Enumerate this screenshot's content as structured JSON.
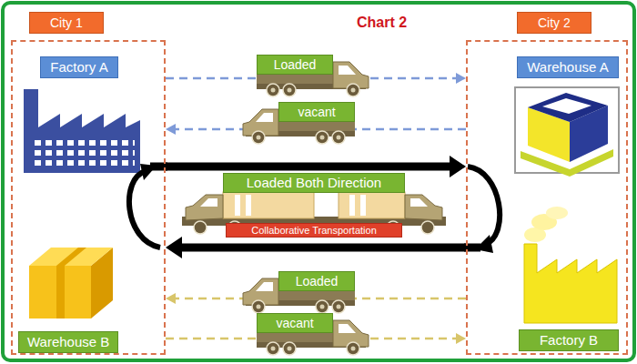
{
  "diagram": {
    "title": "Chart 2",
    "nodes": [
      {
        "text": [
          "City 1"
        ]
      },
      {
        "text": [
          "Factory A"
        ],
        "in": 0
      },
      {
        "text": [
          "Warehouse B"
        ],
        "in": 0
      },
      {
        "text": [
          "City 2"
        ]
      },
      {
        "text": [
          "Warehouse A"
        ],
        "in": 3
      },
      {
        "text": [
          "Factory B"
        ],
        "in": 3
      }
    ],
    "edges": [
      {
        "from": 0,
        "to": 3,
        "arrow": "to",
        "label": "Loaded"
      },
      {
        "from": 3,
        "to": 0,
        "arrow": "to",
        "label": "vacant"
      },
      {
        "from": 0,
        "to": 3,
        "arrow": "to"
      },
      {
        "from": 3,
        "to": 0,
        "arrow": "to"
      },
      {
        "from": 3,
        "to": 0,
        "arrow": "to",
        "label": "Loaded"
      },
      {
        "from": 0,
        "to": 3,
        "arrow": "to",
        "label": "vacant"
      }
    ],
    "labels": [
      "Loaded Both Direction",
      "Collaborative Transportation"
    ]
  }
}
